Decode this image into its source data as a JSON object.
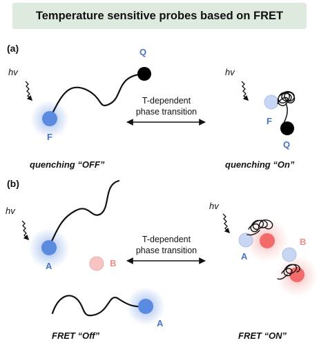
{
  "title": "Temperature sensitive probes based on FRET",
  "panel_a": {
    "label": "(a)",
    "hv": "hv",
    "hv_right": "hv",
    "donor": "F",
    "quencher": "Q",
    "donor_right": "F",
    "quencher_right": "Q",
    "transition_line1": "T-dependent",
    "transition_line2": "phase transition",
    "caption_left": "quenching “OFF”",
    "caption_right": "quenching “On”"
  },
  "panel_b": {
    "label": "(b)",
    "hv": "hv",
    "hv_right": "hv",
    "acceptor_left": "A",
    "donor_left": "B",
    "acceptor_bottom": "A",
    "acceptor_right": "A",
    "donor_right": "B",
    "transition_line1": "T-dependent",
    "transition_line2": "phase transition",
    "caption_left": "FRET “Off”",
    "caption_right": "FRET “ON”"
  },
  "colors": {
    "banner": "#dfeadf",
    "blue_probe": "#5b8be0",
    "pink_probe": "#f28a8a",
    "quencher": "#000000"
  }
}
